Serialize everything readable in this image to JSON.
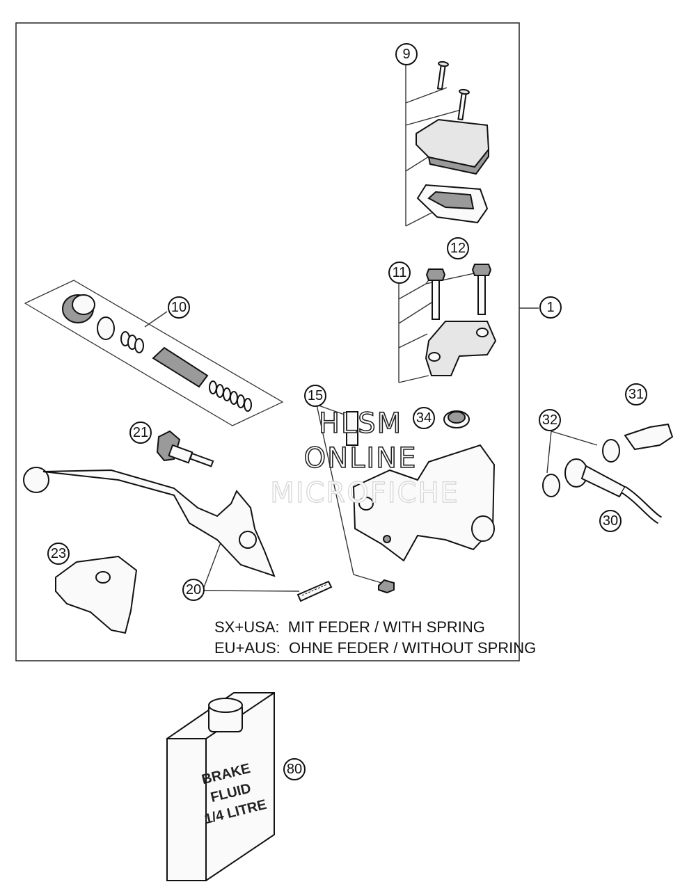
{
  "callouts": [
    {
      "id": "c1",
      "label": "1"
    },
    {
      "id": "c9",
      "label": "9"
    },
    {
      "id": "c10",
      "label": "10"
    },
    {
      "id": "c11",
      "label": "11"
    },
    {
      "id": "c12",
      "label": "12"
    },
    {
      "id": "c15",
      "label": "15"
    },
    {
      "id": "c20",
      "label": "20"
    },
    {
      "id": "c21",
      "label": "21"
    },
    {
      "id": "c23",
      "label": "23"
    },
    {
      "id": "c30",
      "label": "30"
    },
    {
      "id": "c31",
      "label": "31"
    },
    {
      "id": "c32",
      "label": "32"
    },
    {
      "id": "c34",
      "label": "34"
    },
    {
      "id": "c80",
      "label": "80"
    }
  ],
  "notes": {
    "line1": "SX+USA:  MIT FEDER / WITH SPRING",
    "line2": "EU+AUS:  OHNE FEDER / WITHOUT SPRING"
  },
  "watermark": {
    "line1": "HLSM",
    "line2": "ONLINE",
    "line3": "MICROFICHE"
  },
  "can_label": {
    "line1": "BRAKE",
    "line2": "FLUID",
    "line3": "1/4 LITRE"
  }
}
